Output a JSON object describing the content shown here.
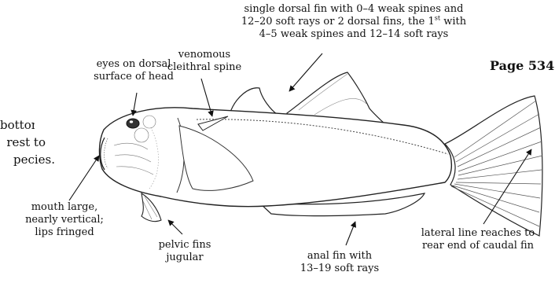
{
  "page_label": "Page 534",
  "side_text": [
    "bottom",
    "rest to",
    "pecies."
  ],
  "labels": {
    "dorsal_fin": {
      "line1": "single dorsal fin with 0–4  weak spines and",
      "line2_pre": "12–20 soft rays or 2 dorsal fins, the 1",
      "line2_sup": "st",
      "line2_post": " with",
      "line3": "4–5 weak spines and 12–14 soft rays"
    },
    "eyes": [
      "eyes on dorsal",
      "surface of head"
    ],
    "cleithral_spine": [
      "venomous",
      "cleithral spine"
    ],
    "mouth": [
      "mouth large,",
      "nearly vertical;",
      "lips fringed"
    ],
    "pelvic": [
      "pelvic fins",
      "jugular"
    ],
    "anal": [
      "anal fin with",
      "13–19 soft rays"
    ],
    "lateral_line": [
      "lateral line reaches to",
      "rear end of caudal fin"
    ]
  }
}
